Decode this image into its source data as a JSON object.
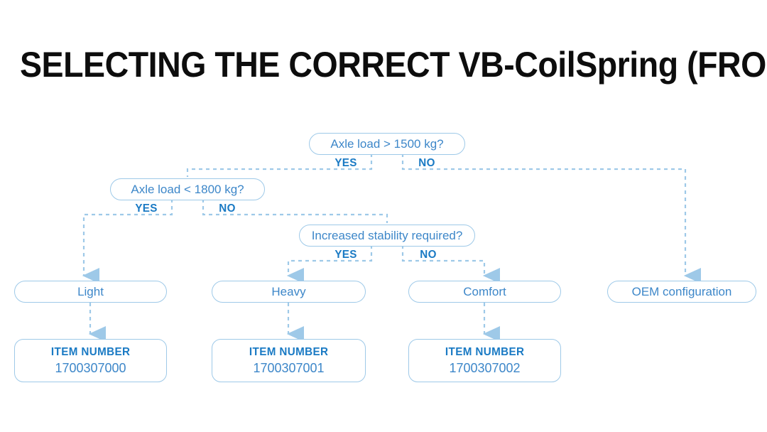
{
  "page": {
    "title": "SELECTING THE CORRECT VB-CoilSpring (FRONT AXLE)",
    "background": "#ffffff"
  },
  "colors": {
    "title_text": "#0d0d0d",
    "node_border": "#9ec9e8",
    "node_text": "#3d87c9",
    "branch_label": "#1a7ac4",
    "connector": "#9ec9e8",
    "item_label": "#1a7ac4",
    "item_value": "#3d87c9"
  },
  "chart_data": {
    "type": "diagram",
    "title": "SELECTING THE CORRECT VB-CoilSpring (FRONT AXLE)",
    "diagram_kind": "decision-flowchart",
    "nodes": [
      {
        "id": "d1",
        "kind": "decision",
        "label": "Axle load > 1500 kg?"
      },
      {
        "id": "d2",
        "kind": "decision",
        "label": "Axle load < 1800 kg?"
      },
      {
        "id": "d3",
        "kind": "decision",
        "label": "Increased stability required?"
      },
      {
        "id": "r1",
        "kind": "result",
        "label": "Light"
      },
      {
        "id": "r2",
        "kind": "result",
        "label": "Heavy"
      },
      {
        "id": "r3",
        "kind": "result",
        "label": "Comfort"
      },
      {
        "id": "r4",
        "kind": "result",
        "label": "OEM configuration"
      },
      {
        "id": "i1",
        "kind": "item",
        "label": "ITEM NUMBER",
        "value": "1700307000"
      },
      {
        "id": "i2",
        "kind": "item",
        "label": "ITEM NUMBER",
        "value": "1700307001"
      },
      {
        "id": "i3",
        "kind": "item",
        "label": "ITEM NUMBER",
        "value": "1700307002"
      }
    ],
    "edges": [
      {
        "from": "d1",
        "to": "d2",
        "label": "YES"
      },
      {
        "from": "d1",
        "to": "r4",
        "label": "NO"
      },
      {
        "from": "d2",
        "to": "r1",
        "label": "YES"
      },
      {
        "from": "d2",
        "to": "d3",
        "label": "NO"
      },
      {
        "from": "d3",
        "to": "r2",
        "label": "YES"
      },
      {
        "from": "d3",
        "to": "r3",
        "label": "NO"
      },
      {
        "from": "r1",
        "to": "i1",
        "label": ""
      },
      {
        "from": "r2",
        "to": "i2",
        "label": ""
      },
      {
        "from": "r3",
        "to": "i3",
        "label": ""
      }
    ]
  },
  "decisions": {
    "d1": {
      "question": "Axle load > 1500 kg?",
      "yes": "YES",
      "no": "NO"
    },
    "d2": {
      "question": "Axle load < 1800 kg?",
      "yes": "YES",
      "no": "NO"
    },
    "d3": {
      "question": "Increased stability required?",
      "yes": "YES",
      "no": "NO"
    }
  },
  "results": {
    "light": "Light",
    "heavy": "Heavy",
    "comfort": "Comfort",
    "oem": "OEM configuration"
  },
  "items": [
    {
      "label": "ITEM NUMBER",
      "value": "1700307000"
    },
    {
      "label": "ITEM NUMBER",
      "value": "1700307001"
    },
    {
      "label": "ITEM NUMBER",
      "value": "1700307002"
    }
  ]
}
